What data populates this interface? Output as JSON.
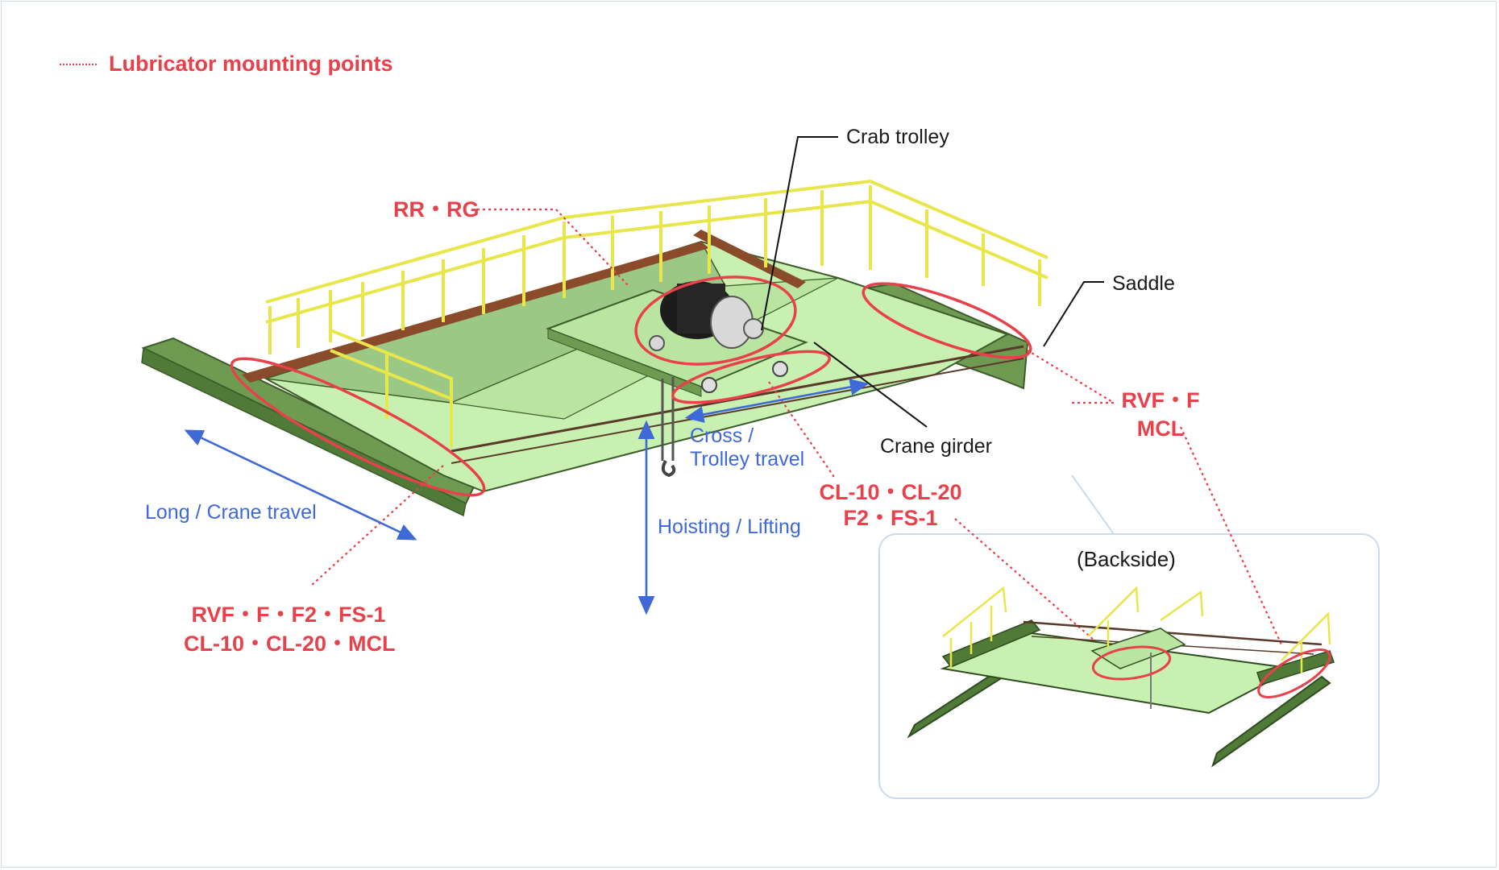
{
  "legend": {
    "label": "Lubricator mounting points"
  },
  "labels": {
    "crab_trolley": "Crab trolley",
    "saddle": "Saddle",
    "crane_girder": "Crane girder",
    "backside": "(Backside)"
  },
  "directions": {
    "long_travel": "Long / Crane travel",
    "cross_travel_line1": "Cross /",
    "cross_travel_line2": "Trolley travel",
    "hoisting": "Hoisting / Lifting"
  },
  "lubricator_callouts": {
    "trolley_top": "RR・RG",
    "saddle_right_line1": "RVF・F",
    "saddle_right_line2": "MCL",
    "trolley_wheels_line1": "CL-10・CL-20",
    "trolley_wheels_line2": "F2・FS-1",
    "saddle_left_line1": "RVF・F・F2・FS-1",
    "saddle_left_line2": "CL-10・CL-20・MCL"
  },
  "colors": {
    "accent_red": "#e8414b",
    "direction_blue": "#3f69d6",
    "girder_green": "#c8f0b0",
    "saddle_green": "#5f8f45",
    "railing_yellow": "#e8e64a",
    "rail_brown": "#8a4b2a"
  }
}
